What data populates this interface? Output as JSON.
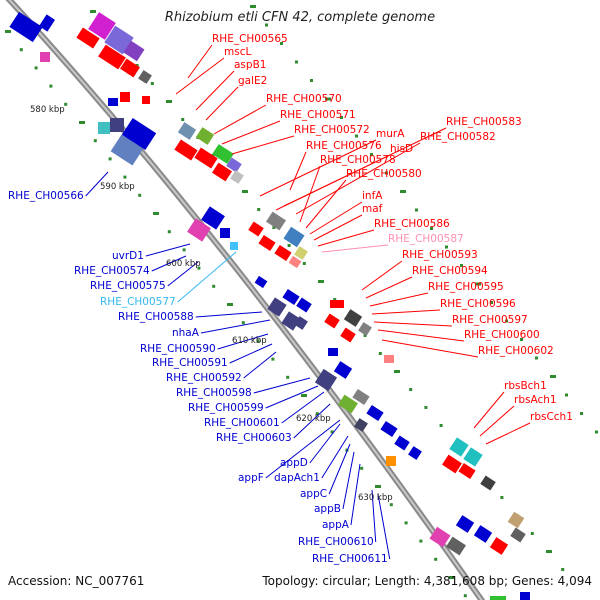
{
  "title": "Rhizobium etli CFN 42, complete genome",
  "accession": "Accession: NC_007761",
  "topology": "Topology: circular; Length: 4,381,608 bp; Genes: 4,094",
  "colors": {
    "backbone": "#8a8a8a",
    "forward_gene": "#ff0000",
    "reverse_gene": "#0000d0",
    "pink_label": "#ff8fb0",
    "cyan_label": "#35b8ee",
    "tick": "#2e8b2e"
  },
  "kbp_labels": [
    {
      "label": "580 kbp"
    },
    {
      "label": "590 kbp"
    },
    {
      "label": "600 kbp"
    },
    {
      "label": "610 kbp"
    },
    {
      "label": "620 kbp"
    },
    {
      "label": "630 kbp"
    }
  ],
  "right_genes": [
    {
      "name": "RHE_CH00565",
      "color": "#ff0000"
    },
    {
      "name": "mscL",
      "color": "#ff0000"
    },
    {
      "name": "aspB1",
      "color": "#ff0000"
    },
    {
      "name": "galE2",
      "color": "#ff0000"
    },
    {
      "name": "RHE_CH00570",
      "color": "#ff0000"
    },
    {
      "name": "RHE_CH00571",
      "color": "#ff0000"
    },
    {
      "name": "RHE_CH00572",
      "color": "#ff0000"
    },
    {
      "name": "murA",
      "color": "#ff0000"
    },
    {
      "name": "RHE_CH00583",
      "color": "#ff0000"
    },
    {
      "name": "RHE_CH00576",
      "color": "#ff0000"
    },
    {
      "name": "hisD",
      "color": "#ff0000"
    },
    {
      "name": "RHE_CH00582",
      "color": "#ff0000"
    },
    {
      "name": "RHE_CH00578",
      "color": "#ff0000"
    },
    {
      "name": "RHE_CH00580",
      "color": "#ff0000"
    },
    {
      "name": "infA",
      "color": "#ff0000"
    },
    {
      "name": "maf",
      "color": "#ff0000"
    },
    {
      "name": "RHE_CH00586",
      "color": "#ff0000"
    },
    {
      "name": "RHE_CH00587",
      "color": "#ff8fb0"
    },
    {
      "name": "RHE_CH00593",
      "color": "#ff0000"
    },
    {
      "name": "RHE_CH00594",
      "color": "#ff0000"
    },
    {
      "name": "RHE_CH00595",
      "color": "#ff0000"
    },
    {
      "name": "RHE_CH00596",
      "color": "#ff0000"
    },
    {
      "name": "RHE_CH00597",
      "color": "#ff0000"
    },
    {
      "name": "RHE_CH00600",
      "color": "#ff0000"
    },
    {
      "name": "RHE_CH00602",
      "color": "#ff0000"
    },
    {
      "name": "rbsBch1",
      "color": "#ff0000"
    },
    {
      "name": "rbsAch1",
      "color": "#ff0000"
    },
    {
      "name": "rbsCch1",
      "color": "#ff0000"
    }
  ],
  "left_genes": [
    {
      "name": "RHE_CH00566",
      "color": "#0000d0"
    },
    {
      "name": "uvrD1",
      "color": "#0000d0"
    },
    {
      "name": "RHE_CH00574",
      "color": "#0000d0"
    },
    {
      "name": "RHE_CH00575",
      "color": "#0000d0"
    },
    {
      "name": "RHE_CH00577",
      "color": "#35b8ee"
    },
    {
      "name": "RHE_CH00588",
      "color": "#0000d0"
    },
    {
      "name": "nhaA",
      "color": "#0000d0"
    },
    {
      "name": "RHE_CH00590",
      "color": "#0000d0"
    },
    {
      "name": "RHE_CH00591",
      "color": "#0000d0"
    },
    {
      "name": "RHE_CH00592",
      "color": "#0000d0"
    },
    {
      "name": "RHE_CH00598",
      "color": "#0000d0"
    },
    {
      "name": "RHE_CH00599",
      "color": "#0000d0"
    },
    {
      "name": "RHE_CH00601",
      "color": "#0000d0"
    },
    {
      "name": "RHE_CH00603",
      "color": "#0000d0"
    },
    {
      "name": "appD",
      "color": "#0000d0"
    },
    {
      "name": "appF",
      "color": "#0000d0"
    },
    {
      "name": "dapAch1",
      "color": "#0000d0"
    },
    {
      "name": "appC",
      "color": "#0000d0"
    },
    {
      "name": "appB",
      "color": "#0000d0"
    },
    {
      "name": "appA",
      "color": "#0000d0"
    },
    {
      "name": "RHE_CH00610",
      "color": "#0000d0"
    },
    {
      "name": "RHE_CH00611",
      "color": "#0000d0"
    }
  ]
}
